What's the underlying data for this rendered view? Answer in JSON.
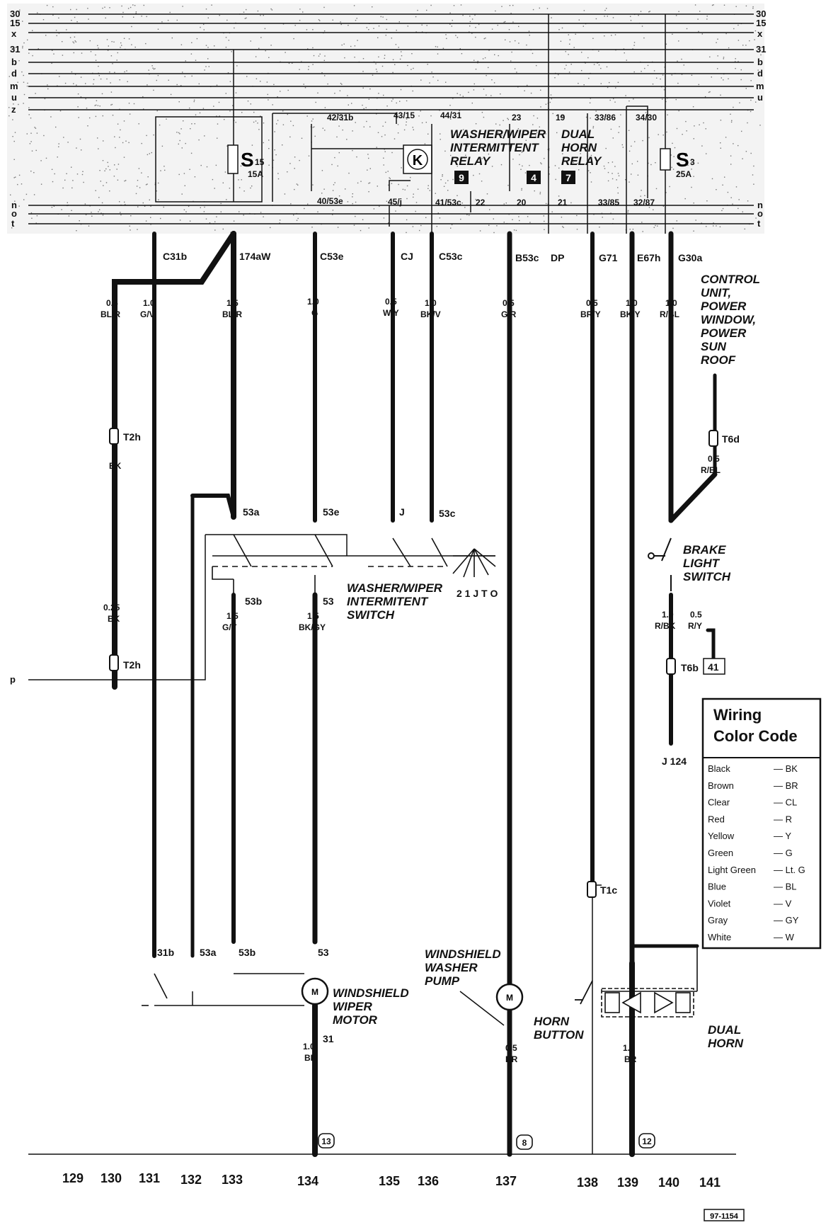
{
  "rails_top": [
    "30",
    "15",
    "x",
    "31",
    "b",
    "d",
    "m",
    "u",
    "z"
  ],
  "rails_top_right": [
    "30",
    "15",
    "x",
    "31",
    "b",
    "d",
    "m",
    "u"
  ],
  "rails_bottom": [
    "n",
    "o",
    "t"
  ],
  "left_p": "p",
  "fuses": {
    "s15": {
      "sym": "S",
      "sub": "15",
      "amp": "15A"
    },
    "s3": {
      "sym": "S",
      "sub": "3",
      "amp": "25A"
    }
  },
  "relay_pins": [
    "42/31b",
    "43/15",
    "44/31",
    "23",
    "19",
    "33/86",
    "34/30"
  ],
  "relay_pins_bottom": [
    "40/53e",
    "45/j",
    "41/53c",
    "22",
    "20",
    "21",
    "33/85",
    "32/87"
  ],
  "relay_k": "K",
  "titles": {
    "washer_relay": [
      "WASHER/WIPER",
      "INTERMITTENT",
      "RELAY"
    ],
    "dual_horn_relay": [
      "DUAL",
      "HORN",
      "RELAY"
    ],
    "control_unit": [
      "CONTROL",
      "UNIT,",
      "POWER",
      "WINDOW,",
      "POWER",
      "SUN",
      "ROOF"
    ],
    "switch": [
      "WASHER/WIPER",
      "INTERMITENT",
      "SWITCH"
    ],
    "brake": [
      "BRAKE",
      "LIGHT",
      "SWITCH"
    ],
    "wiper_motor": [
      "WINDSHIELD",
      "WIPER",
      "MOTOR"
    ],
    "washer_pump": [
      "WINDSHIELD",
      "WASHER",
      "PUMP"
    ],
    "horn_button": [
      "HORN",
      "BUTTON"
    ],
    "dual_horn": [
      "DUAL",
      "HORN"
    ]
  },
  "badges": [
    "9",
    "4",
    "7"
  ],
  "connectors": [
    "C31b",
    "174aW",
    "C53e",
    "CJ",
    "C53c",
    "B53c",
    "DP",
    "G71",
    "E67h",
    "G30a"
  ],
  "wires": [
    {
      "size": "0.5",
      "color": "BL/R"
    },
    {
      "size": "1.0",
      "color": "G/V"
    },
    {
      "size": "1.5",
      "color": "BL/R"
    },
    {
      "size": "1.0",
      "color": "G"
    },
    {
      "size": "0.5",
      "color": "W/Y"
    },
    {
      "size": "1.0",
      "color": "BK/V"
    },
    {
      "size": "0.5",
      "color": "G/R"
    },
    {
      "size": "0.5",
      "color": "BR/Y"
    },
    {
      "size": "1.0",
      "color": "BK/Y"
    },
    {
      "size": "1.0",
      "color": "R/BL"
    }
  ],
  "t2h": "T2h",
  "bk": "BK",
  "wire_025": {
    "size": "0.25",
    "color": "BK"
  },
  "t6d": "T6d",
  "wire_t6d": {
    "size": "0.5",
    "color": "R/BL"
  },
  "switch_terms": [
    "53a",
    "53e",
    "J",
    "53c"
  ],
  "switch_pos": "2 1 J T O",
  "switch_out": [
    {
      "term": "53b",
      "size": "1.5",
      "color": "G/Y"
    },
    {
      "term": "53",
      "size": "1.5",
      "color": "BK/GY"
    }
  ],
  "brake_out": [
    {
      "size": "1.0",
      "color": "R/BK"
    },
    {
      "size": "0.5",
      "color": "R/Y"
    }
  ],
  "t6b": "T6b",
  "ref41": "41",
  "j124": "J 124",
  "t1c": "T1c",
  "motor_terms": [
    "31b",
    "53a",
    "53b",
    "53"
  ],
  "motor_sym": "M",
  "ground_wires": [
    {
      "term": "31",
      "size": "1.0",
      "color": "BR"
    },
    {
      "size": "0.5",
      "color": "BR"
    },
    {
      "size": "1.0",
      "color": "BR"
    }
  ],
  "ground_refs": [
    "13",
    "8",
    "12"
  ],
  "columns": [
    "129",
    "130",
    "131",
    "132",
    "133",
    "134",
    "135",
    "136",
    "137",
    "138",
    "139",
    "140",
    "141"
  ],
  "legend": {
    "title": [
      "Wiring",
      "Color Code"
    ],
    "rows": [
      [
        "Black",
        "BK"
      ],
      [
        "Brown",
        "BR"
      ],
      [
        "Clear",
        "CL"
      ],
      [
        "Red",
        "R"
      ],
      [
        "Yellow",
        "Y"
      ],
      [
        "Green",
        "G"
      ],
      [
        "Light Green",
        "Lt. G"
      ],
      [
        "Blue",
        "BL"
      ],
      [
        "Violet",
        "V"
      ],
      [
        "Gray",
        "GY"
      ],
      [
        "White",
        "W"
      ]
    ]
  },
  "code": "97-1154"
}
